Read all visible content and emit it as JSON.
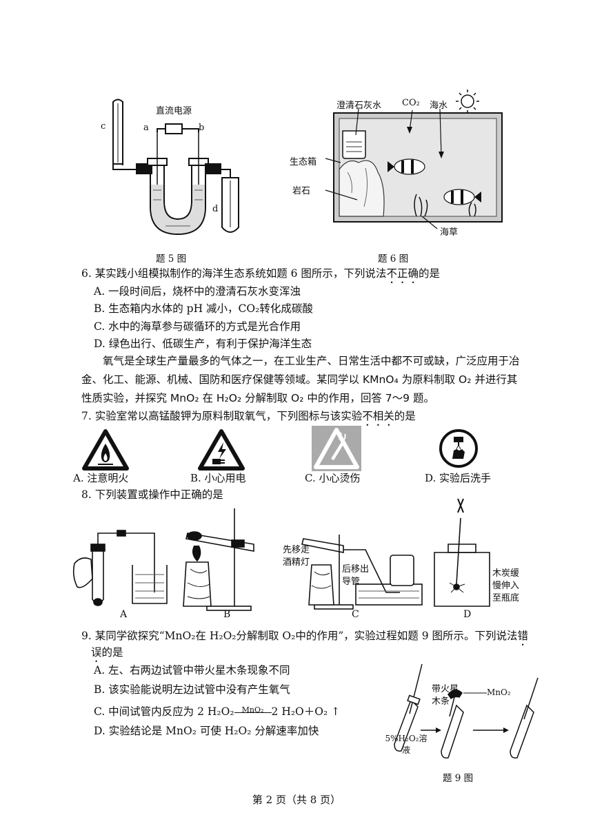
{
  "fig5": {
    "caption": "题 5 图",
    "power_label": "直流电源",
    "label_a": "a",
    "label_b": "b",
    "label_c": "c",
    "label_d": "d"
  },
  "fig6": {
    "caption": "题 6 图",
    "limewater": "澄清石灰水",
    "co2": "CO₂",
    "seawater": "海水",
    "ecobox": "生态箱",
    "rock": "岩石",
    "seaweed": "海草"
  },
  "q6": {
    "stem_pre": "6. 某实践小组模拟制作的海洋生态系统如题 6 图所示，下列说法",
    "stem_emph": "不正确",
    "stem_post": "的是",
    "options": [
      "A. 一段时间后，烧杯中的澄清石灰水变浑浊",
      "B. 生态箱内水体的 pH 减小，CO₂转化成碳酸",
      "C. 水中的海草参与碳循环的方式是光合作用",
      "D. 绿色出行、低碳生产，有利于保护海洋生态"
    ]
  },
  "intro": {
    "text": "氧气是全球生产量最多的气体之一，在工业生产、日常生活中都不可或缺，广泛应用于冶金、化工、能源、机械、国防和医疗保健等领域。某同学以 KMnO₄ 为原料制取 O₂ 并进行其性质实验，并探究 MnO₂ 在 H₂O₂ 分解制取 O₂ 中的作用，回答 7～9 题。"
  },
  "q7": {
    "stem_pre": "7. 实验室常以高锰酸钾为原料制取氧气，下列图标与该实验",
    "stem_emph": "不相关",
    "stem_post": "的是",
    "options": [
      "A. 注意明火",
      "B. 小心用电",
      "C. 小心烫伤",
      "D. 实验后洗手"
    ]
  },
  "q8": {
    "stem": "8. 下列装置或操作中正确的是",
    "labels": [
      "A",
      "B",
      "C",
      "D"
    ],
    "c_note1": "先移走酒精灯",
    "c_note2": "后移出导管",
    "d_note": "木炭缓慢伸入至瓶底"
  },
  "q9": {
    "stem_pre": "9. 某同学欲探究“MnO₂在 H₂O₂分解制取 O₂中的作用”，实验过程如题 9 图所示。下列说法",
    "stem_emph1": "错",
    "stem_emph2": "误",
    "stem_post": "的是",
    "options": [
      "A. 左、右两边试管中带火星木条现象不同",
      "B. 该实验能说明左边试管中没有产生氧气",
      "C. 中间试管内反应为 2 H₂O₂",
      "D. 实验结论是 MnO₂ 可使 H₂O₂ 分解速率加快"
    ],
    "c_catalyst": "MnO₂",
    "c_products": "2 H₂O＋O₂ ↑",
    "fig_stick": "带火星木条",
    "fig_mno2": "MnO₂",
    "fig_solution": "5%H₂O₂溶液",
    "caption": "题 9 图"
  },
  "footer": {
    "page": "第 2 页（共 8 页）"
  }
}
